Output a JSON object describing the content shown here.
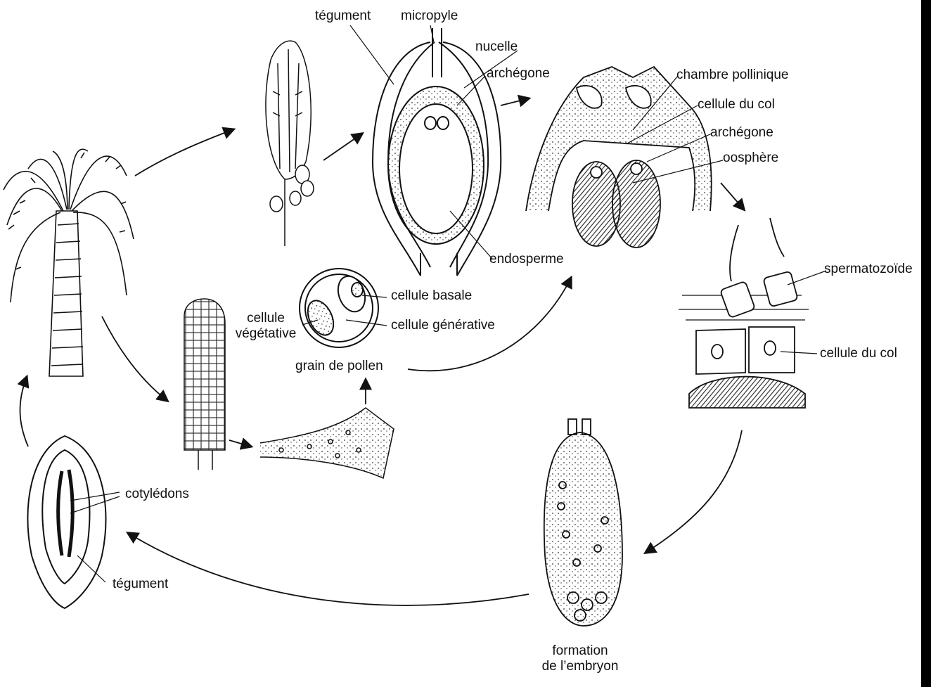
{
  "labels": {
    "tegument_top": "tégument",
    "micropyle": "micropyle",
    "nucelle": "nucelle",
    "archegone_top": "archégone",
    "endosperme": "endosperme",
    "chambre_pollinique": "chambre pollinique",
    "cellule_du_col_top": "cellule du col",
    "archegone_right": "archégone",
    "oosphere": "oosphère",
    "spermatozoide": "spermatozoïde",
    "cellule_du_col_bottom": "cellule du col",
    "cellule_basale": "cellule basale",
    "cellule_generative": "cellule générative",
    "cellule_vegetative_1": "cellule",
    "cellule_vegetative_2": "végétative",
    "grain_de_pollen": "grain de pollen",
    "cotyledons": "cotylédons",
    "tegument_bottom": "tégument",
    "formation_1": "formation",
    "formation_2": "de l’embryon"
  }
}
